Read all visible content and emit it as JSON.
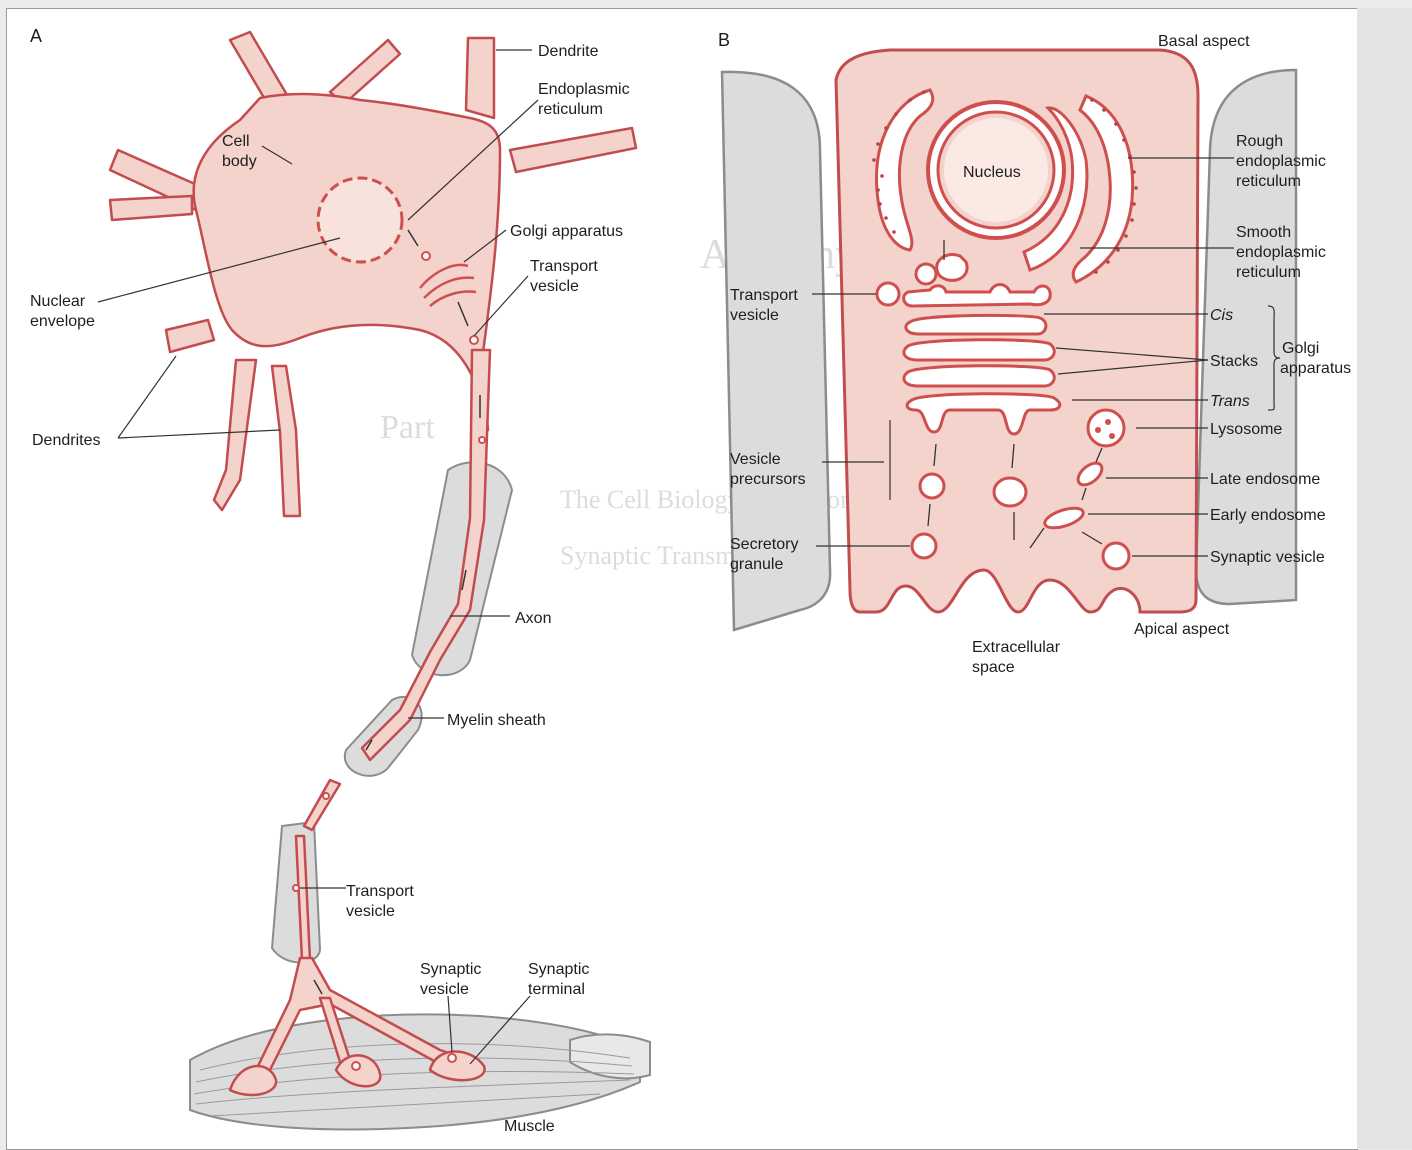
{
  "colors": {
    "cell_fill": "#f3d3cb",
    "cell_outline": "#c24c4e",
    "gray_fill": "#dcdcdc",
    "gray_outline": "#8c8c8c",
    "organelle_stroke": "#cf4f4f",
    "leader": "#333333"
  },
  "panel_a": {
    "label": "A",
    "labels": {
      "dendrite": "Dendrite",
      "er1": "Endoplasmic",
      "er2": "reticulum",
      "cellbody1": "Cell",
      "cellbody2": "body",
      "golgi": "Golgi apparatus",
      "transport1": "Transport",
      "transport2": "vesicle",
      "nuclear1": "Nuclear",
      "nuclear2": "envelope",
      "dendrites": "Dendrites",
      "axon": "Axon",
      "myelin": "Myelin sheath",
      "transport_b1": "Transport",
      "transport_b2": "vesicle",
      "synaptic_v1": "Synaptic",
      "synaptic_v2": "vesicle",
      "synaptic_t1": "Synaptic",
      "synaptic_t2": "terminal",
      "muscle": "Muscle"
    }
  },
  "panel_b": {
    "label": "B",
    "labels": {
      "basal": "Basal aspect",
      "rough1": "Rough",
      "rough2": "endoplasmic",
      "rough3": "reticulum",
      "smooth1": "Smooth",
      "smooth2": "endoplasmic",
      "smooth3": "reticulum",
      "nucleus": "Nucleus",
      "transport1": "Transport",
      "transport2": "vesicle",
      "cis": "Cis",
      "stacks": "Stacks",
      "trans": "Trans",
      "golgi1": "Golgi",
      "golgi2": "apparatus",
      "lysosome": "Lysosome",
      "vesicle_prec1": "Vesicle",
      "vesicle_prec2": "precursors",
      "late_endosome": "Late endosome",
      "early_endosome": "Early endosome",
      "secretory1": "Secretory",
      "secretory2": "granule",
      "synaptic_vesicle": "Synaptic vesicle",
      "apical": "Apical aspect",
      "extracellular1": "Extracellular",
      "extracellular2": "space"
    }
  }
}
